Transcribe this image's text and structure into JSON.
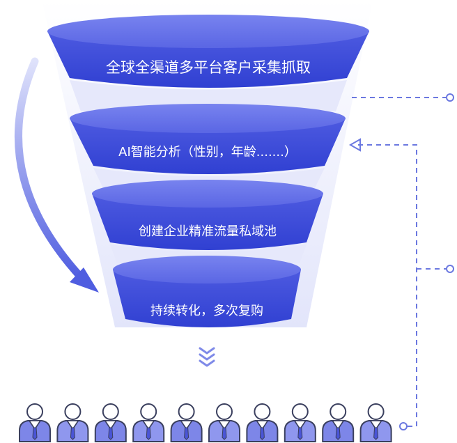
{
  "funnel": {
    "stages": [
      {
        "label": "全球全渠道多平台客户采集抓取"
      },
      {
        "label": "AI智能分析（性别，年龄.......）"
      },
      {
        "label": "创建企业精准流量私域池"
      },
      {
        "label": "持续转化，多次复购"
      }
    ]
  },
  "icons": {
    "down_arrows": "double-chevron-down",
    "people_count": 10,
    "person": "person-in-suit"
  },
  "colors": {
    "funnel_top": "#5b67e8",
    "funnel_mid": "#3f4fd8",
    "funnel_rim": "#6a76ec",
    "funnel_light": "#e9ebfb",
    "arrow": "#4f5de0",
    "dash": "#6b78e0",
    "person_body": "#7f88ea",
    "person_outline": "#3a3f5e"
  }
}
